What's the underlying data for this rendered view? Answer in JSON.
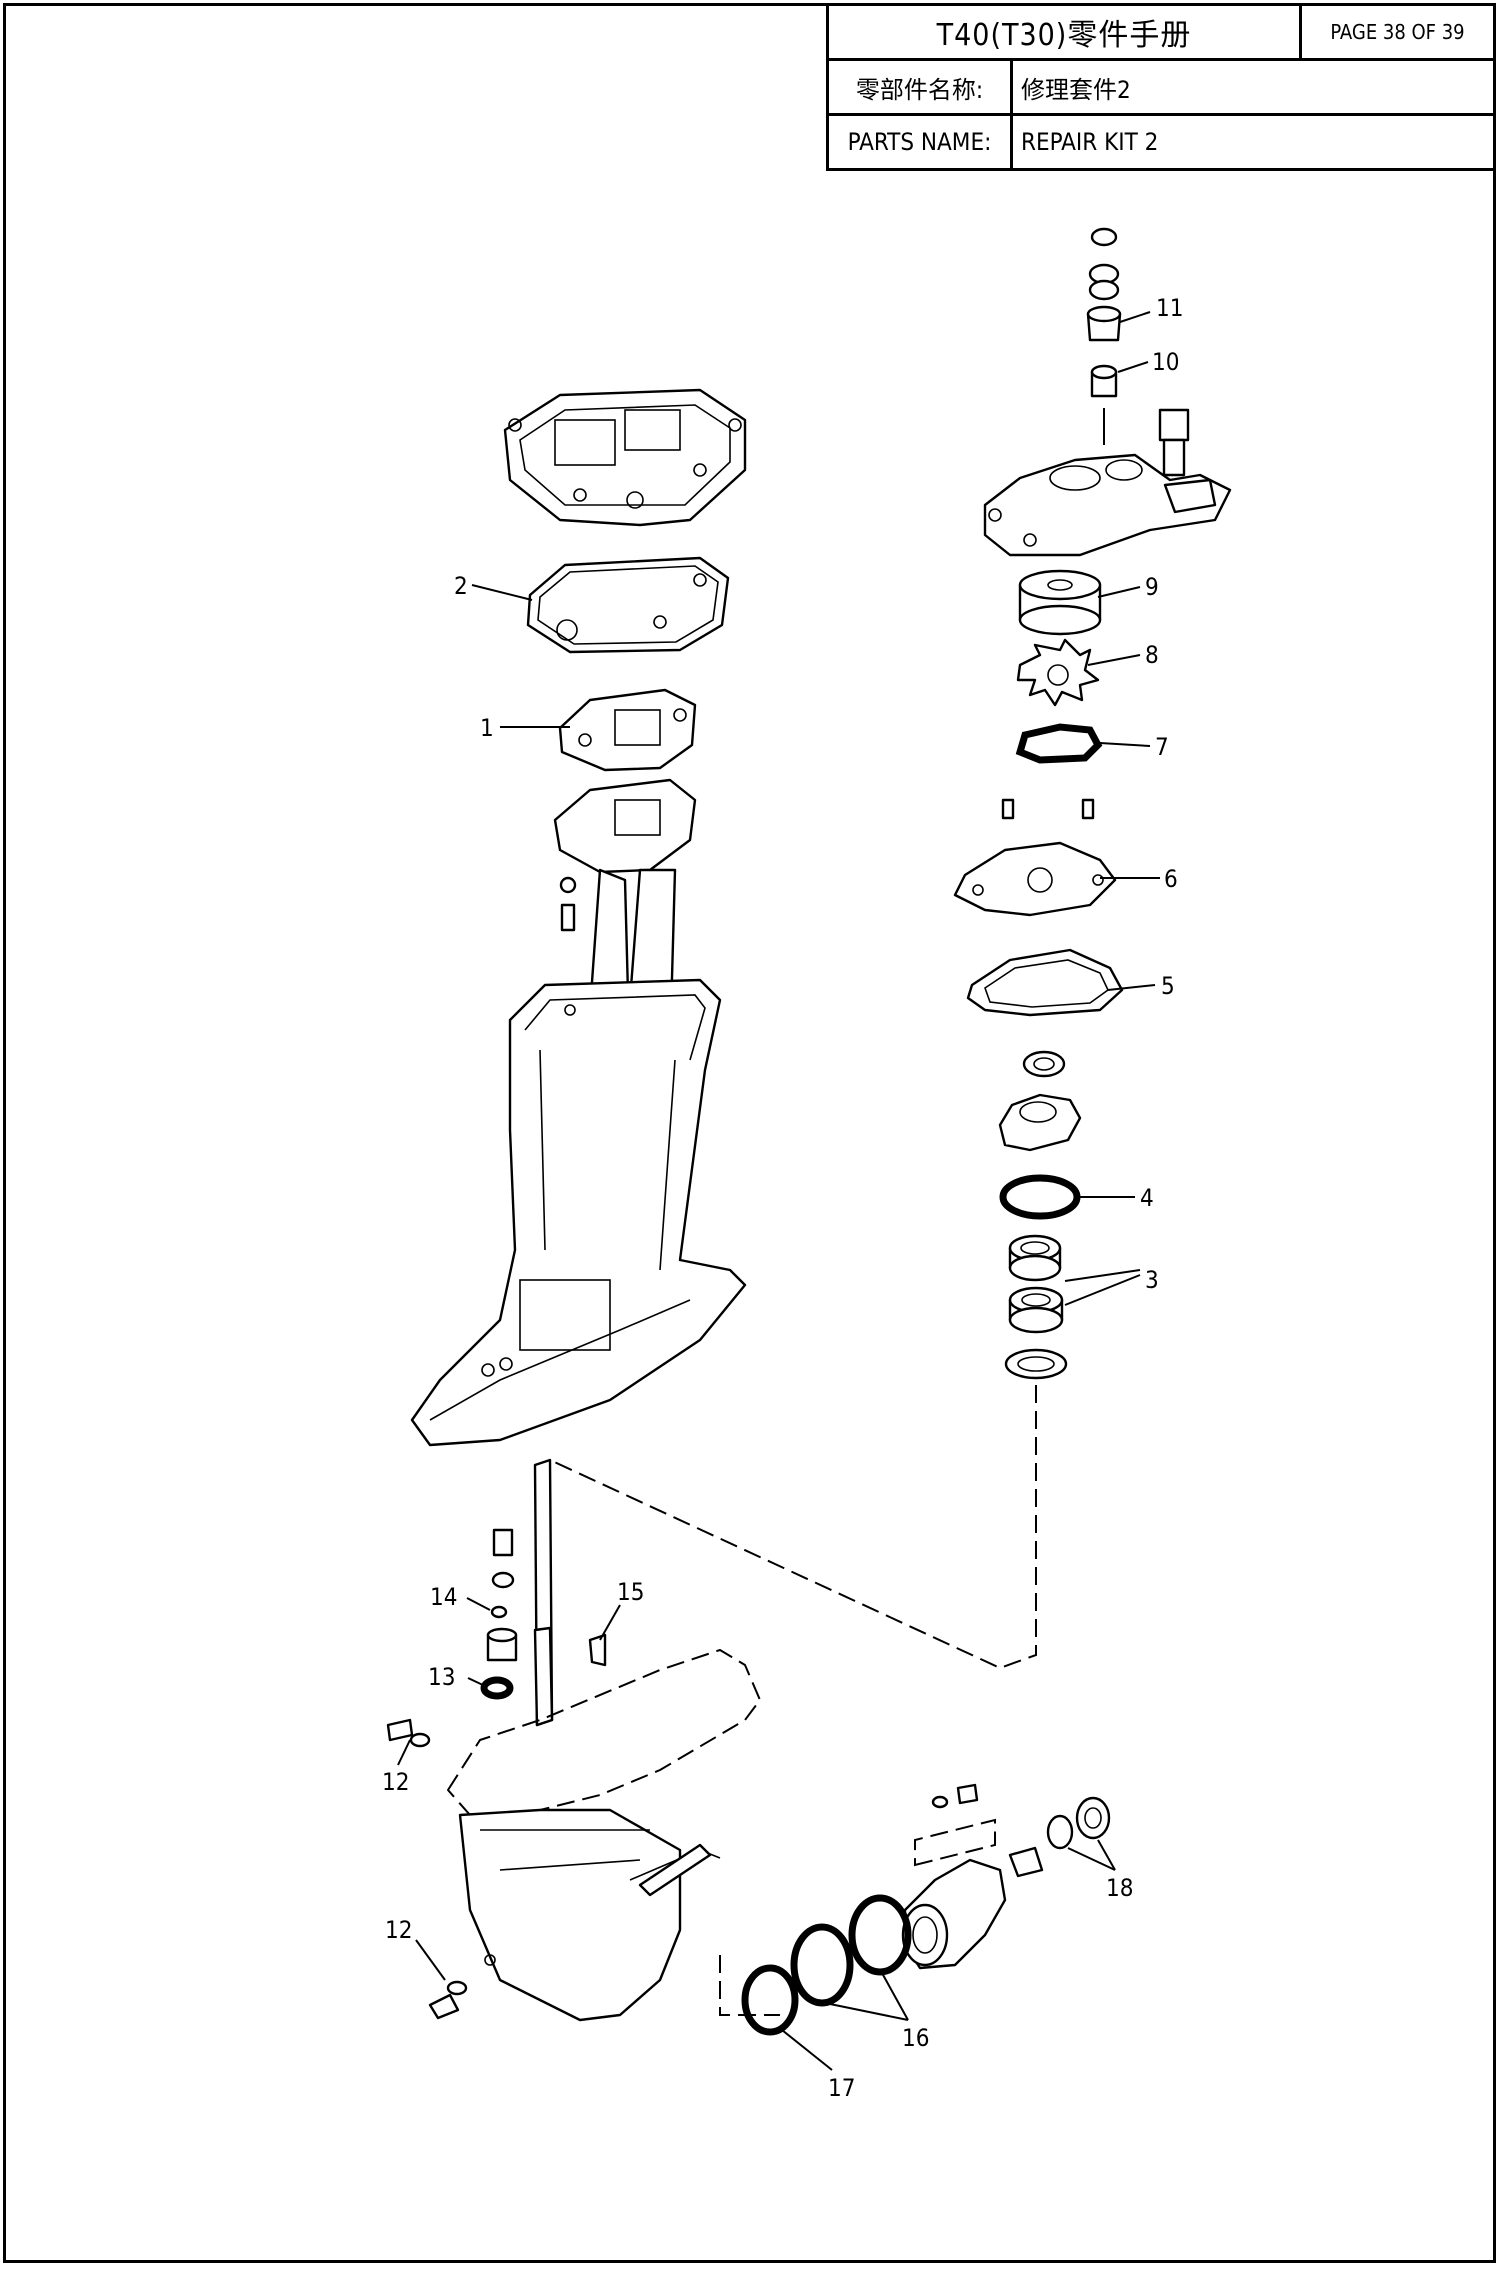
{
  "title_block": {
    "manual_title": "T40(T30)零件手册",
    "page": "PAGE 38 OF 39",
    "name_label_cn": "零部件名称:",
    "name_value_cn": "修理套件2",
    "name_label_en": "PARTS NAME:",
    "name_value_en": "REPAIR KIT 2"
  },
  "callouts": [
    "1",
    "2",
    "3",
    "4",
    "5",
    "6",
    "7",
    "8",
    "9",
    "10",
    "11",
    "12",
    "12",
    "13",
    "14",
    "15",
    "16",
    "17",
    "18"
  ]
}
